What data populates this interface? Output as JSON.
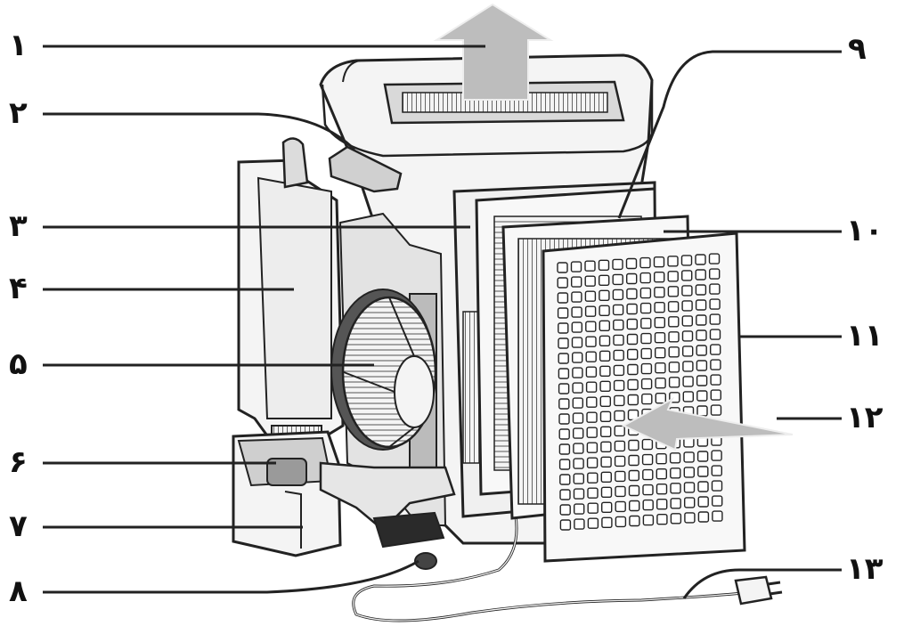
{
  "callouts": {
    "c1": "۱",
    "c2": "۲",
    "c3": "۳",
    "c4": "۴",
    "c5": "۵",
    "c6": "۶",
    "c7": "۷",
    "c8": "۸",
    "c9": "۹",
    "c10": "۱۰",
    "c11": "۱۱",
    "c12": "۱۲",
    "c13": "۱۳"
  },
  "colors": {
    "outline": "#222222",
    "body_fill": "#f4f4f4",
    "shade": "#d9d9d9",
    "dark_shade": "#9a9a9a",
    "arrow_fill": "#bdbdbd"
  },
  "icons": {
    "airflow_out": "up-arrow-icon",
    "airflow_in": "left-arrow-icon",
    "plug": "power-plug-icon"
  }
}
